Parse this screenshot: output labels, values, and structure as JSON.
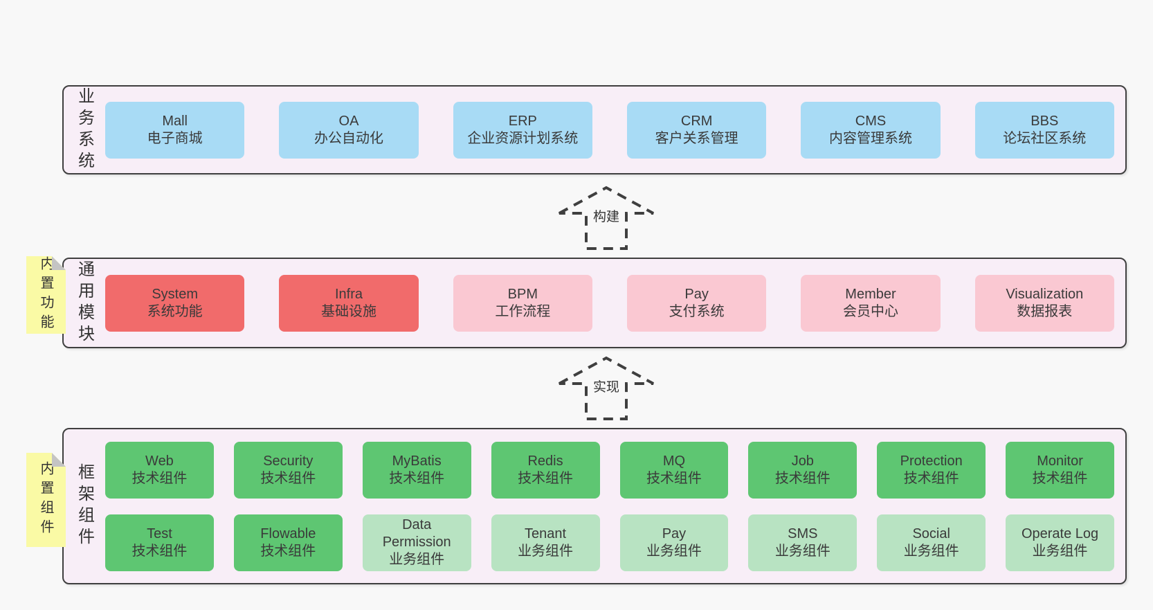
{
  "diagram": {
    "layers": {
      "business": {
        "label": "业务系统",
        "boxes": [
          {
            "title": "Mall",
            "subtitle": "电子商城"
          },
          {
            "title": "OA",
            "subtitle": "办公自动化"
          },
          {
            "title": "ERP",
            "subtitle": "企业资源计划系统"
          },
          {
            "title": "CRM",
            "subtitle": "客户关系管理"
          },
          {
            "title": "CMS",
            "subtitle": "内容管理系统"
          },
          {
            "title": "BBS",
            "subtitle": "论坛社区系统"
          }
        ]
      },
      "modules": {
        "label": "通用模块",
        "sticky": "内置功能",
        "boxes": [
          {
            "title": "System",
            "subtitle": "系统功能",
            "variant": "red"
          },
          {
            "title": "Infra",
            "subtitle": "基础设施",
            "variant": "red"
          },
          {
            "title": "BPM",
            "subtitle": "工作流程",
            "variant": "pink"
          },
          {
            "title": "Pay",
            "subtitle": "支付系统",
            "variant": "pink"
          },
          {
            "title": "Member",
            "subtitle": "会员中心",
            "variant": "pink"
          },
          {
            "title": "Visualization",
            "subtitle": "数据报表",
            "variant": "pink"
          }
        ]
      },
      "components": {
        "label": "框架组件",
        "sticky": "内置组件",
        "row1": [
          {
            "title": "Web",
            "subtitle": "技术组件"
          },
          {
            "title": "Security",
            "subtitle": "技术组件"
          },
          {
            "title": "MyBatis",
            "subtitle": "技术组件"
          },
          {
            "title": "Redis",
            "subtitle": "技术组件"
          },
          {
            "title": "MQ",
            "subtitle": "技术组件"
          },
          {
            "title": "Job",
            "subtitle": "技术组件"
          },
          {
            "title": "Protection",
            "subtitle": "技术组件"
          },
          {
            "title": "Monitor",
            "subtitle": "技术组件"
          }
        ],
        "row2": [
          {
            "title": "Test",
            "subtitle": "技术组件",
            "variant": "green"
          },
          {
            "title": "Flowable",
            "subtitle": "技术组件",
            "variant": "green"
          },
          {
            "title": "Data Permission",
            "subtitle": "业务组件",
            "variant": "lightgreen"
          },
          {
            "title": "Tenant",
            "subtitle": "业务组件",
            "variant": "lightgreen"
          },
          {
            "title": "Pay",
            "subtitle": "业务组件",
            "variant": "lightgreen"
          },
          {
            "title": "SMS",
            "subtitle": "业务组件",
            "variant": "lightgreen"
          },
          {
            "title": "Social",
            "subtitle": "业务组件",
            "variant": "lightgreen"
          },
          {
            "title": "Operate Log",
            "subtitle": "业务组件",
            "variant": "lightgreen"
          }
        ]
      }
    },
    "arrows": [
      {
        "label": "构建"
      },
      {
        "label": "实现"
      }
    ],
    "colors": {
      "blue": "#a8dbf5",
      "red": "#f16b6b",
      "pink": "#fac8d2",
      "green": "#5ec672",
      "light_green": "#b8e3c2",
      "sticky_yellow": "#fafaa5",
      "layer_background": "#f8eef7",
      "page_background": "#f8f8f8",
      "line": "#3f3f3f"
    }
  }
}
